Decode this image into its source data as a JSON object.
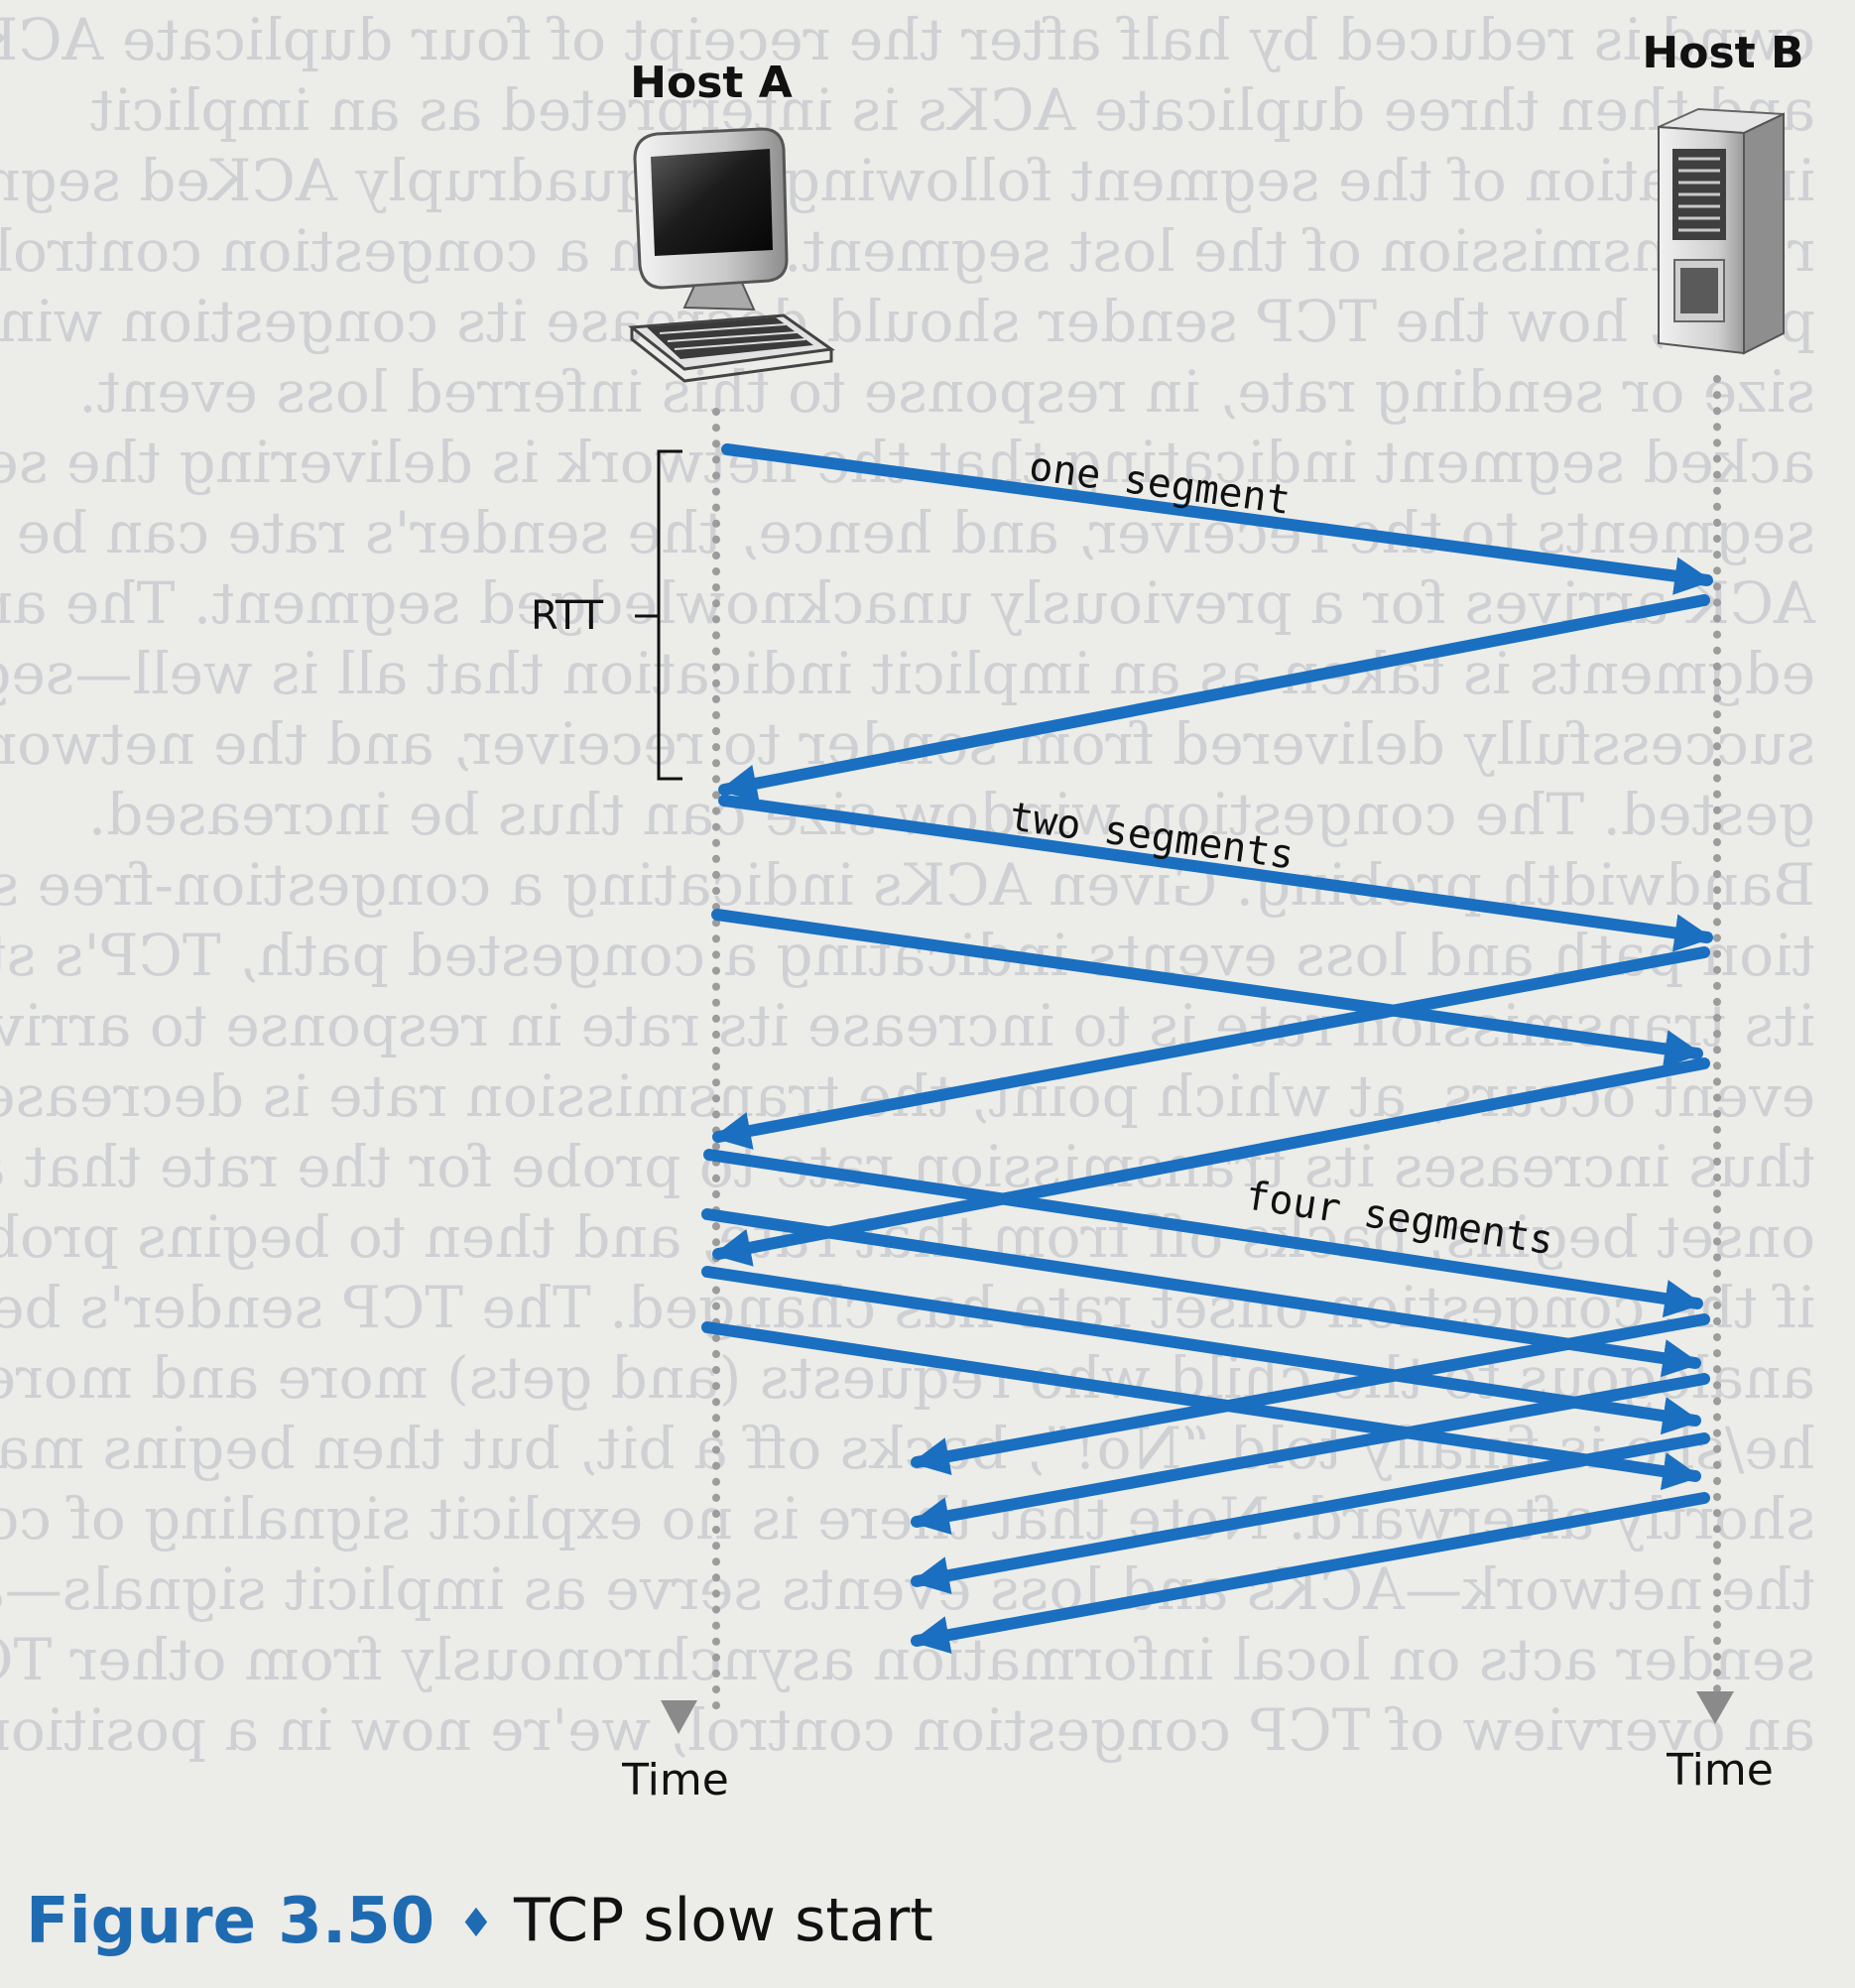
{
  "figure": {
    "number": "Figure 3.50",
    "separator": "♦",
    "title": "TCP slow start"
  },
  "hosts": {
    "a": {
      "label": "Host A",
      "icon": "desktop-computer-icon"
    },
    "b": {
      "label": "Host B",
      "icon": "server-tower-icon"
    }
  },
  "time_labels": {
    "a": "Time",
    "b": "Time"
  },
  "rtt_label": "RTT",
  "segment_labels": {
    "one": "one segment",
    "two": "two segments",
    "four": "four segments"
  },
  "colors": {
    "arrow": "#1a6fc0",
    "figure_number": "#1f6bb2",
    "timeline": "#9c9c9c"
  },
  "rounds": [
    {
      "segments": 1,
      "acks": 1
    },
    {
      "segments": 2,
      "acks": 2
    },
    {
      "segments": 4,
      "acks": 4
    }
  ],
  "background_text": [
    "cwnd is reduced by half after the receipt of four duplicate ACKs",
    "and then three duplicate ACKs is interpreted as an implicit",
    "indication of the segment following the quadruply ACKed segment.",
    "retransmission of the lost segment. From a congestion control stand-",
    "point, how the TCP sender should decrease its congestion window",
    "size or sending rate, in response to this inferred loss event.",
    "acked segment indicating that the network is delivering the sender's",
    "segments to the receiver, and hence, the sender's rate can be increased when an",
    "ACK arrives for a previously unacknowledged segment. The arrival of acknowl-",
    "edgments is taken as an implicit indication that all is well—segments are being",
    "successfully delivered from sender to receiver, and the network is thus not con-",
    "gested. The congestion window size can thus be increased.",
    "Bandwidth probing. Given ACKs indicating a congestion-free source-to-destina-",
    "tion path and loss events indicating a congested path, TCP's strategy for adjusting",
    "its transmission rate is to increase its rate in response to arriving ACKs until a loss",
    "event occurs, at which point, the transmission rate is decreased. The TCP sender",
    "thus increases its transmission rate to probe for the rate that at which congestion",
    "onset begins, backs off from that rate, and then to begins probing again to see",
    "if the congestion onset rate has changed. The TCP sender's behavior is perhaps",
    "analogous to the child who requests (and gets) more and more goodies until finally",
    "he/she is finally told “No!”, backs off a bit, but then begins making requests again",
    "shortly afterward. Note that there is no explicit signaling of congestion state by",
    "the network—ACKs and loss events serve as implicit signals—and that each TCP",
    "sender acts on local information asynchronously from other TCP senders.",
    "an overview of TCP congestion control, we're now in a position to consider"
  ]
}
